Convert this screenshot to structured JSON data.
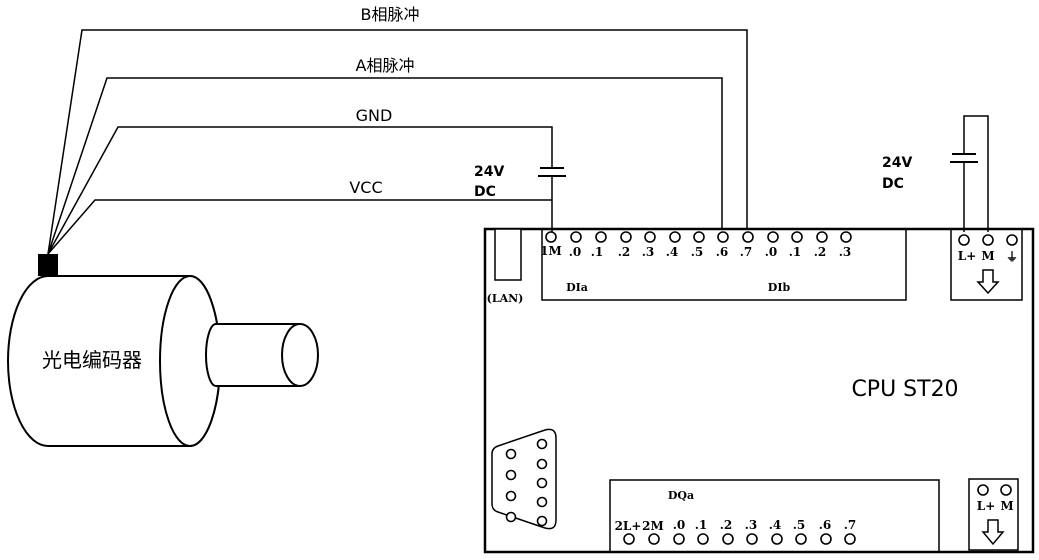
{
  "wires": {
    "b_pulse": "B相脉冲",
    "a_pulse": "A相脉冲",
    "gnd": "GND",
    "vcc": "VCC"
  },
  "supply_left": {
    "voltage": "24V",
    "type": "DC"
  },
  "supply_right": {
    "voltage": "24V",
    "type": "DC"
  },
  "encoder": {
    "label": "光电编码器"
  },
  "plc": {
    "model": "CPU  ST20",
    "lan": "(LAN)",
    "input_terminals": [
      "1M",
      ".0",
      ".1",
      ".2",
      ".3",
      ".4",
      ".5",
      ".6",
      ".7",
      ".0",
      ".1",
      ".2",
      ".3"
    ],
    "input_group_a": "DIa",
    "input_group_b": "DIb",
    "power_terminals": [
      "L+",
      "M",
      "⏚"
    ],
    "output_group": "DQa",
    "output_terminals": [
      "2L+",
      "2M",
      ".0",
      ".1",
      ".2",
      ".3",
      ".4",
      ".5",
      ".6",
      ".7"
    ],
    "output_power_terminals": [
      "L+",
      "M"
    ]
  }
}
